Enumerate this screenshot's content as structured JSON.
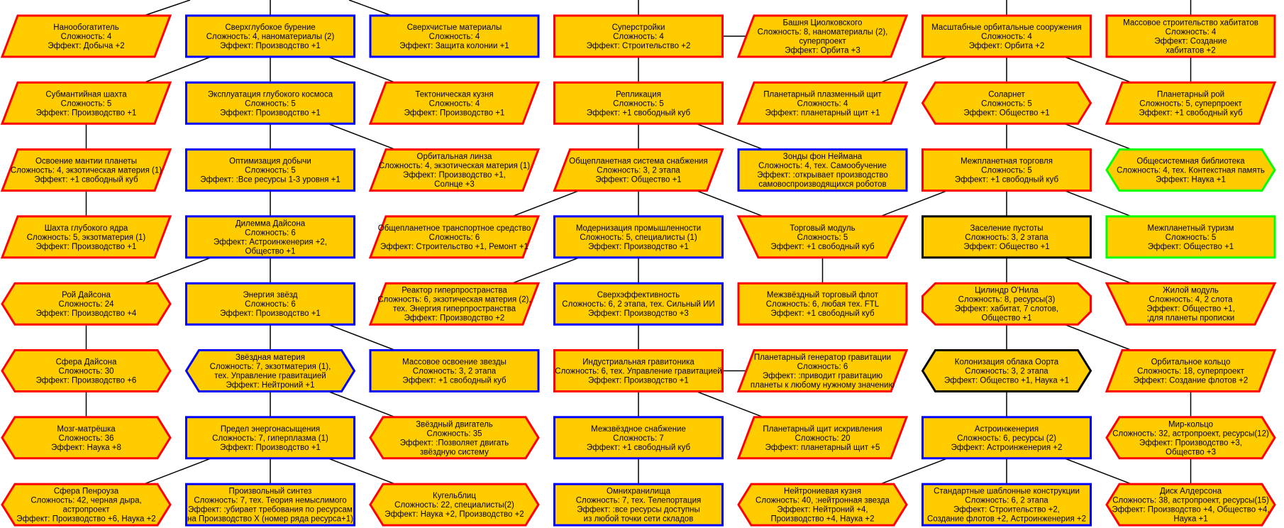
{
  "colors": {
    "fill": "#ffcc00",
    "red": "#ff0000",
    "blue": "#0000ff",
    "green": "#00ff00",
    "black": "#000000",
    "line": "#000000"
  },
  "columns": [
    [
      {
        "title": "Нанообогатитель",
        "lines": [
          "Сложность: 4",
          "Эффект: Добыча +2"
        ],
        "shape": "parallelogram",
        "border": "red"
      },
      {
        "title": "Субмантийная шахта",
        "lines": [
          "Сложность: 5",
          "Эффект: Производство +1"
        ],
        "shape": "parallelogram",
        "border": "red"
      },
      {
        "title": "Освоение мантии планеты",
        "lines": [
          "Сложность: 4, экзотическая материя (1)",
          "Эффект: +1 свободный куб"
        ],
        "shape": "parallelogram",
        "border": "red"
      },
      {
        "title": "Шахта глубокого ядра",
        "lines": [
          "Сложность: 5, экзотматерия (1)",
          "Эффект: Производство +1"
        ],
        "shape": "parallelogram",
        "border": "red"
      },
      {
        "title": "Рой Дайсона",
        "lines": [
          "Сложность: 24",
          "Эффект: Производство +4"
        ],
        "shape": "hexagon",
        "border": "red"
      },
      {
        "title": "Сфера Дайсона",
        "lines": [
          "Сложность: 30",
          "Эффект: Производство +6"
        ],
        "shape": "hexagon",
        "border": "red"
      },
      {
        "title": "Мозг-матрёшка",
        "lines": [
          "Сложность: 36",
          "Эффект: Наука +8"
        ],
        "shape": "hexagon",
        "border": "red"
      },
      {
        "title": "Сфера Пенроуза",
        "lines": [
          "Сложность: 42, черная дыра,",
          "астропроект",
          "Эффект: Производство +6, Наука +2"
        ],
        "shape": "hexagon",
        "border": "red"
      }
    ],
    [
      {
        "title": "Сверхглубокое бурение",
        "lines": [
          "Сложность: 4, наноматериалы (2)",
          "Эффект: Производство +1"
        ],
        "shape": "rect",
        "border": "blue"
      },
      {
        "title": "Эксплуатация глубокого космоса",
        "lines": [
          "Сложность: 5",
          "Эффект: Производство +1"
        ],
        "shape": "rect",
        "border": "blue"
      },
      {
        "title": "Оптимизация добычи",
        "lines": [
          "Сложность: 5",
          "Эффект: :Все ресурсы 1-3 уровня +1"
        ],
        "shape": "rect",
        "border": "blue"
      },
      {
        "title": "Дилемма Дайсона",
        "lines": [
          "Сложность: 6",
          "Эффект: Астроинженерия +2,",
          "Общество +1"
        ],
        "shape": "rect",
        "border": "blue"
      },
      {
        "title": "Энергия звёзд",
        "lines": [
          "Сложность: 6",
          "Эффект: Производство +1"
        ],
        "shape": "rect",
        "border": "blue"
      },
      {
        "title": "Звёздная материя",
        "lines": [
          "Сложность: 7, экзотматерия (1),",
          "тех. Управление гравитацией",
          "Эффект: Нейтроний +1"
        ],
        "shape": "hexagon",
        "border": "blue"
      },
      {
        "title": "Предел энергонасыщения",
        "lines": [
          "Сложность: 7, гиперплазма (1)",
          "Эффект: Производство +1"
        ],
        "shape": "rect",
        "border": "blue"
      },
      {
        "title": "Произвольный синтез",
        "lines": [
          "Сложность: 7, тех. Теория немыслимого",
          "Эффект: :убирает требования по ресурсам",
          "на Производство Х (номер ряда ресурса+1)"
        ],
        "shape": "rect",
        "border": "blue"
      }
    ],
    [
      {
        "title": "Сверхчистые материалы",
        "lines": [
          "Сложность: 4",
          "Эффект: Защита колонии +1"
        ],
        "shape": "rect",
        "border": "blue"
      },
      {
        "title": "Тектоническая кузня",
        "lines": [
          "Сложность: 4",
          "Эффект: Производство +1"
        ],
        "shape": "parallelogram",
        "border": "red"
      },
      {
        "title": "Орбитальная линза",
        "lines": [
          "Сложность: 4, экзотическая материя (1)",
          "Эффект: Производство +1,",
          "Солнце +3"
        ],
        "shape": "parallelogram",
        "border": "red"
      },
      {
        "title": "Общепланетное транспортное средство",
        "lines": [
          "Сложность: 6",
          "Эффект: Строительство +1, Ремонт +1"
        ],
        "shape": "parallelogram",
        "border": "red"
      },
      {
        "title": "Реактор гиперпространства",
        "lines": [
          "Сложность: 6, экзотическая материя (2),",
          "тех. Энергия гиперпространства",
          "Эффект: Производство +2"
        ],
        "shape": "parallelogram",
        "border": "red"
      },
      {
        "title": "Массовое освоение звезды",
        "lines": [
          "Сложность: 3, 2 этапа",
          "Эффект: +1 свободный куб"
        ],
        "shape": "rect",
        "border": "blue"
      },
      {
        "title": "Звёздный двигатель",
        "lines": [
          "Сложность: 35",
          "Эффект: :Позволяет двигать",
          "звёздную систему"
        ],
        "shape": "hexagon",
        "border": "red"
      },
      {
        "title": "Кугельблиц",
        "lines": [
          "Сложность: 22, специалисты(2)",
          "Эффект: Наука +2, Производство +2"
        ],
        "shape": "hexagon",
        "border": "red"
      }
    ],
    [
      {
        "title": "Суперстройки",
        "lines": [
          "Сложность: 4",
          "Эффект: Строительство +2"
        ],
        "shape": "rect",
        "border": "red"
      },
      {
        "title": "Репликация",
        "lines": [
          "Сложность: 5",
          "Эффект: +1 свободный куб"
        ],
        "shape": "rect",
        "border": "red"
      },
      {
        "title": "Общепланетная система снабжения",
        "lines": [
          "Сложность: 3, 2 этапа",
          "Эффект: Общество +1"
        ],
        "shape": "parallelogram",
        "border": "red"
      },
      {
        "title": "Модернизация промышленности",
        "lines": [
          "Сложность: 5, специалисты (1)",
          "Эффект: Производство +1"
        ],
        "shape": "rect",
        "border": "blue"
      },
      {
        "title": "Сверхэффективность",
        "lines": [
          "Сложность: 6, 2 этапа, тех. Сильный ИИ",
          "Эффект: Производство +3"
        ],
        "shape": "rect",
        "border": "blue"
      },
      {
        "title": "Индустриальная гравитоника",
        "lines": [
          "Сложность: 6, тех. Управление гравитацией",
          "Эффект: Производство +1"
        ],
        "shape": "rect",
        "border": "red"
      },
      {
        "title": "Межзвёздное снабжение",
        "lines": [
          "Сложность: 7",
          "Эффект: +1 свободный куб"
        ],
        "shape": "rect",
        "border": "blue"
      },
      {
        "title": "Омнихранилища",
        "lines": [
          "Сложность: 7, тех. Телепортация",
          "Эффект: :все ресурсы доступны",
          "из любой точки сети складов"
        ],
        "shape": "rect",
        "border": "blue"
      }
    ],
    [
      {
        "title": "Башня Циолковского",
        "lines": [
          "Сложность: 8, наноматериалы (2),",
          "суперпроект",
          "Эффект: Орбита +3"
        ],
        "shape": "parallelogram",
        "border": "red"
      },
      {
        "title": "Планетарный плазменный щит",
        "lines": [
          "Сложность: 4",
          "Эффект: планетарный щит +1"
        ],
        "shape": "parallelogram",
        "border": "red"
      },
      {
        "title": "Зонды фон Неймана",
        "lines": [
          "Сложность: 4, тех. Самообучение",
          "Эффект: :открывает производство",
          "самовоспроизводящихся роботов"
        ],
        "shape": "rect",
        "border": "blue"
      },
      {
        "title": "Торговый модуль",
        "lines": [
          "Сложность: 5",
          "Эффект: +1 свободный куб"
        ],
        "shape": "trapezoid",
        "border": "red"
      },
      {
        "title": "Межзвёздный торговый флот",
        "lines": [
          "Сложность: 6, любая тех. FTL",
          "Эффект: +1 свободный куб"
        ],
        "shape": "rect",
        "border": "red"
      },
      {
        "title": "Планетарный генератор гравитации",
        "lines": [
          "Сложность: 6",
          "Эффект: :приводит гравитацию",
          "планеты к любому нужному значению"
        ],
        "shape": "parallelogram",
        "border": "red"
      },
      {
        "title": "Планетарный щит искривления",
        "lines": [
          "Сложность: 20",
          "Эффект: планетарный щит +5"
        ],
        "shape": "parallelogram",
        "border": "red"
      },
      {
        "title": "Нейтрониевая кузня",
        "lines": [
          "Сложность: 40, :нейтронная звезда",
          "Эффект: Нейтроний +4,",
          "Производство +4, Наука +2"
        ],
        "shape": "hexagon",
        "border": "red"
      }
    ],
    [
      {
        "title": "Масштабные орбитальные сооружения",
        "lines": [
          "Сложность: 4",
          "Эффект: Орбита +2"
        ],
        "shape": "rect",
        "border": "red"
      },
      {
        "title": "Соларнет",
        "lines": [
          "Сложность: 5",
          "Эффект: Общество +1"
        ],
        "shape": "hexagon",
        "border": "red"
      },
      {
        "title": "Межпланетная торговля",
        "lines": [
          "Сложность: 5",
          "Эффект: +1 свободный куб"
        ],
        "shape": "rect",
        "border": "red"
      },
      {
        "title": "Заселение пустоты",
        "lines": [
          "Сложность: 3, 2 этапа",
          "Эффект: Общество +1"
        ],
        "shape": "rect",
        "border": "black"
      },
      {
        "title": "Цилиндр О'Нила",
        "lines": [
          "Сложность: 8, ресурсы(3)",
          "Эффект: хабитат, 7 слотов,",
          "Общество +1"
        ],
        "shape": "octagon",
        "border": "red"
      },
      {
        "title": "Колонизация облака Оорта",
        "lines": [
          "Сложность: 3, 2 этапа",
          "Эффект: Общество +1, Наука +1"
        ],
        "shape": "hexagon",
        "border": "black"
      },
      {
        "title": "Астроинженерия",
        "lines": [
          "Сложность: 6, ресурсы (2)",
          "Эффект: Астроинженерия +2"
        ],
        "shape": "rect",
        "border": "blue"
      },
      {
        "title": "Стандартные шаблонные конструкции",
        "lines": [
          "Сложность: 6, 2 этапа",
          "Эффект: Строительство +2,",
          "Создание флотов +2, Астроинженерия +2"
        ],
        "shape": "rect",
        "border": "blue"
      }
    ],
    [
      {
        "title": "Массовое строительство хабитатов",
        "lines": [
          "Сложность: 4",
          "Эффект: Создание",
          "хабитатов +2"
        ],
        "shape": "rect",
        "border": "red"
      },
      {
        "title": "Планетарный рой",
        "lines": [
          "Сложность: 5, суперпроект",
          "Эффект: +1 свободный куб"
        ],
        "shape": "parallelogram",
        "border": "red"
      },
      {
        "title": "Общесистемная библиотека",
        "lines": [
          "Сложность: 4, тех. Контекстная память",
          "Эффект: Наука +1"
        ],
        "shape": "hexagon",
        "border": "green"
      },
      {
        "title": "Межпланетный туризм",
        "lines": [
          "Сложность: 5",
          "Эффект: Общество +1"
        ],
        "shape": "rect",
        "border": "green"
      },
      {
        "title": "Жилой модуль",
        "lines": [
          "Сложность: 4, 2 слота",
          "Эффект: Общество +1,",
          ";для планеты прописки"
        ],
        "shape": "trapezoid",
        "border": "red"
      },
      {
        "title": "Орбитальное кольцо",
        "lines": [
          "Сложность: 18, суперпроект",
          "Эффект: Создание флотов +2"
        ],
        "shape": "parallelogram",
        "border": "red"
      },
      {
        "title": "Мир-кольцо",
        "lines": [
          "Сложность: 32, астропроект, ресурсы(12)",
          "Эффект: Производство +3,",
          "Общество +3"
        ],
        "shape": "hexagon",
        "border": "red"
      },
      {
        "title": "Диск Алдерсона",
        "lines": [
          "Сложность: 38, астропроект, ресурсы(15)",
          "Эффект: Производство +4, Общество +4,",
          "Наука +1"
        ],
        "shape": "hexagon",
        "border": "red"
      }
    ]
  ],
  "edges": [
    [
      "1-0",
      "0-1"
    ],
    [
      "1-0",
      "1-1"
    ],
    [
      "1-0",
      "2-1"
    ],
    [
      "0-1",
      "0-2"
    ],
    [
      "0-2",
      "0-3"
    ],
    [
      "1-1",
      "1-2"
    ],
    [
      "1-1",
      "2-2"
    ],
    [
      "1-2",
      "1-3"
    ],
    [
      "1-3",
      "0-4"
    ],
    [
      "1-3",
      "1-4"
    ],
    [
      "0-4",
      "0-5"
    ],
    [
      "0-5",
      "0-6"
    ],
    [
      "1-4",
      "1-5"
    ],
    [
      "1-4",
      "2-5"
    ],
    [
      "1-5",
      "1-6"
    ],
    [
      "1-5",
      "2-6"
    ],
    [
      "1-6",
      "0-7"
    ],
    [
      "1-6",
      "1-7"
    ],
    [
      "1-6",
      "2-7"
    ],
    [
      "3-0",
      "3-1"
    ],
    [
      "3-0",
      "4-0"
    ],
    [
      "3-1",
      "3-2"
    ],
    [
      "3-1",
      "4-2"
    ],
    [
      "3-2",
      "2-3"
    ],
    [
      "3-2",
      "3-3"
    ],
    [
      "3-2",
      "4-3"
    ],
    [
      "3-3",
      "2-4"
    ],
    [
      "3-3",
      "3-4"
    ],
    [
      "3-4",
      "3-5"
    ],
    [
      "3-5",
      "4-5"
    ],
    [
      "3-5",
      "3-6"
    ],
    [
      "3-5",
      "4-6"
    ],
    [
      "3-6",
      "3-7"
    ],
    [
      "4-3",
      "4-4"
    ],
    [
      "5-0",
      "4-1"
    ],
    [
      "5-0",
      "5-1"
    ],
    [
      "5-0",
      "6-1"
    ],
    [
      "6-0",
      "6-1"
    ],
    [
      "5-1",
      "5-2"
    ],
    [
      "5-1",
      "6-2"
    ],
    [
      "5-2",
      "4-3"
    ],
    [
      "5-2",
      "5-3"
    ],
    [
      "5-2",
      "6-3"
    ],
    [
      "5-3",
      "5-4"
    ],
    [
      "5-3",
      "6-4"
    ],
    [
      "5-4",
      "5-5"
    ],
    [
      "5-4",
      "6-5"
    ],
    [
      "5-5",
      "5-6"
    ],
    [
      "6-5",
      "6-6"
    ],
    [
      "6-6",
      "6-7"
    ],
    [
      "5-6",
      "4-7"
    ],
    [
      "5-6",
      "5-7"
    ],
    [
      "5-6",
      "6-7"
    ]
  ]
}
